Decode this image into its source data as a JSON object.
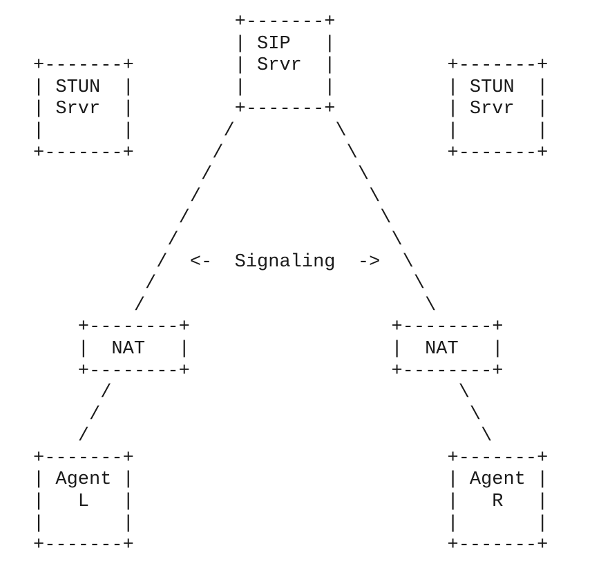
{
  "colors": {
    "background": "#ffffff",
    "ink": "#1a1a1a"
  },
  "labels": {
    "sip_server": "SIP Srvr",
    "stun_server_left": "STUN Srvr",
    "stun_server_right": "STUN Srvr",
    "nat_left": "NAT",
    "nat_right": "NAT",
    "agent_left": "Agent L",
    "agent_right": "Agent R",
    "signaling": "<-  Signaling  ->"
  },
  "diagram": {
    "lines": [
      "                  +-------+",
      "                  | SIP   |",
      "+-------+         | Srvr  |          +-------+",
      "| STUN  |         |       |          | STUN  |",
      "| Srvr  |         +-------+          | Srvr  |",
      "|       |        /         \\         |       |",
      "+-------+       /           \\        +-------+",
      "               /             \\",
      "              /               \\",
      "             /                 \\",
      "            /                   \\",
      "           /  <-  Signaling  ->  \\",
      "          /                       \\",
      "         /                         \\",
      "    +--------+                  +--------+",
      "    |  NAT   |                  |  NAT   |",
      "    +--------+                  +--------+",
      "      /                               \\",
      "     /                                 \\",
      "    /                                   \\",
      "+-------+                            +-------+",
      "| Agent |                            | Agent |",
      "|   L   |                            |   R   |",
      "|       |                            |       |",
      "+-------+                            +-------+"
    ]
  }
}
